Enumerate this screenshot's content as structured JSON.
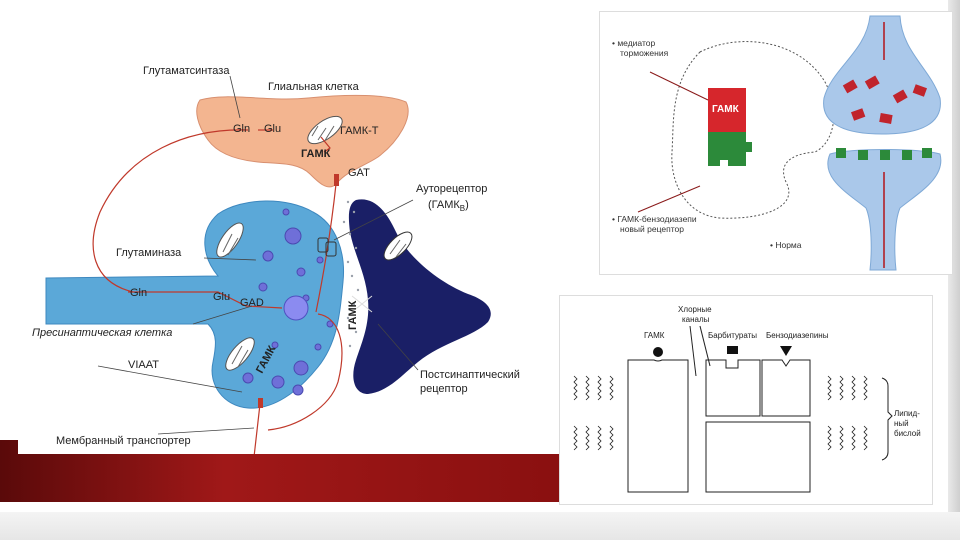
{
  "left": {
    "glutamine_synthetase": "Глутаматсинтаза",
    "glial_cell": "Глиальная клетка",
    "gln_glial": "Gln",
    "glu_glial": "Glu",
    "gaba_t": "ГАМК-Т",
    "gaba_glial": "ГАМК",
    "gat": "GAT",
    "autoreceptor_line1": "Ауторецептор",
    "autoreceptor_line2": "(ГАМК",
    "autoreceptor_sub": "B",
    "autoreceptor_close": ")",
    "glutaminase": "Глутаминаза",
    "gln_pre": "Gln",
    "glu_pre": "Glu",
    "gad": "GAD",
    "presynaptic_cell": "Пресинаптическая клетка",
    "viaat": "VIAAT",
    "gaba_vesicle": "ГАМК",
    "gaba_cleft": "ГАМК",
    "postsynaptic_line1": "Постсинаптический",
    "postsynaptic_line2": "рецептор",
    "membrane_transporter": "Мембранный транспортер"
  },
  "right_top": {
    "mediator_line1": "• медиатор",
    "mediator_line2": "торможения",
    "gaba_block": "ГАМК",
    "benzo_line1": "• ГАМК-бензодиазепи",
    "benzo_line2": "новый рецептор",
    "norm": "• Норма"
  },
  "right_bottom": {
    "chloride_line1": "Хлорные",
    "chloride_line2": "каналы",
    "gaba": "ГАМК",
    "barbiturates": "Барбитураты",
    "benzodiazepines": "Бензодиазепины",
    "lipid_line1": "Липид-",
    "lipid_line2": "ный",
    "lipid_line3": "бислой"
  }
}
